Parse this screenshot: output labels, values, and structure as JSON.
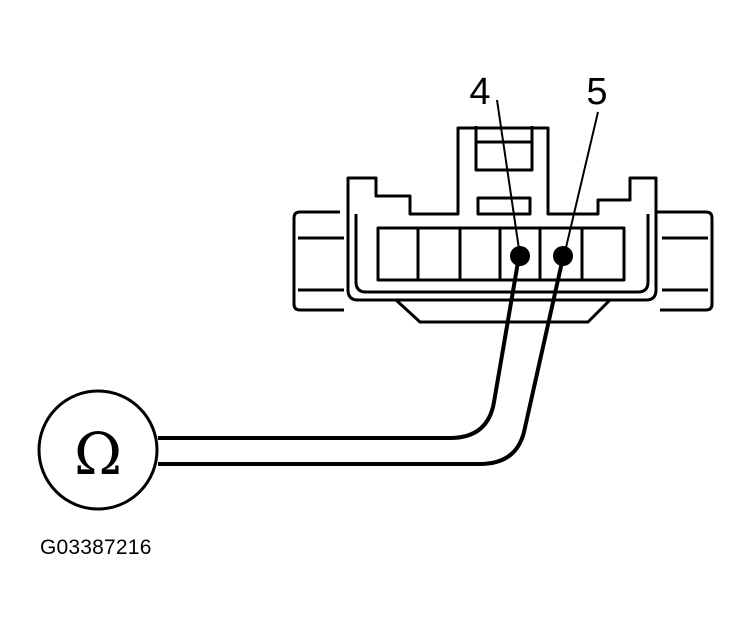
{
  "connector": {
    "pins": [
      {
        "label": "4"
      },
      {
        "label": "5"
      }
    ]
  },
  "meter": {
    "symbol": "Ω",
    "icon": "ohmmeter-icon"
  },
  "figure_code": "G03387216"
}
